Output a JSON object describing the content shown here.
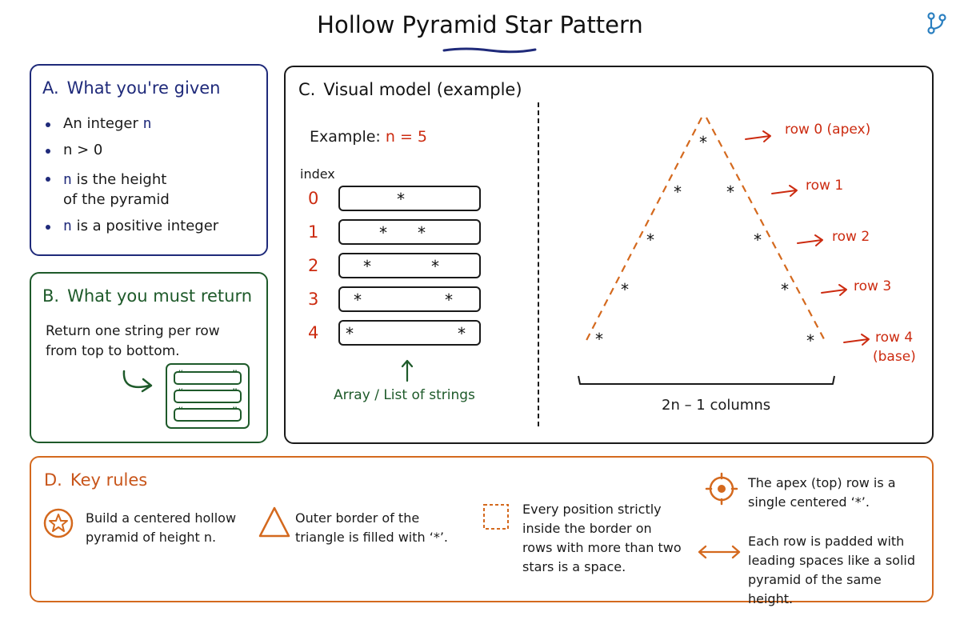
{
  "title": "Hollow Pyramid Star Pattern",
  "panel_a": {
    "letter": "A.",
    "title": "What you're given",
    "items": [
      {
        "before": "An integer ",
        "var": "n",
        "after": ""
      },
      {
        "before": "",
        "var": "",
        "after": "n > 0"
      },
      {
        "before": "",
        "var": "n",
        "after": " is the height of the pyramid"
      },
      {
        "before": "",
        "var": "n",
        "after": " is a positive integer"
      }
    ]
  },
  "panel_b": {
    "letter": "B.",
    "title": "What you must return",
    "text": "Return one string per row from top to bottom.",
    "quote_open": "“",
    "quote_close": "”"
  },
  "panel_c": {
    "letter": "C.",
    "title": "Visual model (example)",
    "example_label": "Example: ",
    "example_value": "n = 5",
    "index_label": "index",
    "rows": [
      "0",
      "1",
      "2",
      "3",
      "4"
    ],
    "star": "*",
    "array_label": "Array / List of strings",
    "row_labels": [
      "row 0 (apex)",
      "row 1",
      "row 2",
      "row 3",
      "row 4"
    ],
    "base_label": "(base)",
    "columns_label": "2n – 1 columns"
  },
  "panel_d": {
    "letter": "D.",
    "title": "Key rules",
    "rule1": "Build a centered hollow pyramid of height n.",
    "rule2": "Outer border of the triangle is filled with ‘*’.",
    "rule3": "Every position strictly inside the border on rows with more than two stars is a space.",
    "rule4": "The apex (top) row is a single centered ‘*’.",
    "rule5": "Each row is padded with leading spaces like a solid pyramid of the same height."
  },
  "colors": {
    "navy": "#1f2a7a",
    "green": "#1e5a2a",
    "orange": "#d4691e",
    "red": "#cc2b10",
    "ink": "#1a1a1a"
  },
  "icons": [
    "git-branch-icon",
    "star-circle-icon",
    "triangle-icon",
    "dashed-square-icon",
    "target-icon",
    "double-arrow-icon",
    "curved-arrow-icon",
    "up-arrow-icon",
    "right-arrow-icon"
  ]
}
